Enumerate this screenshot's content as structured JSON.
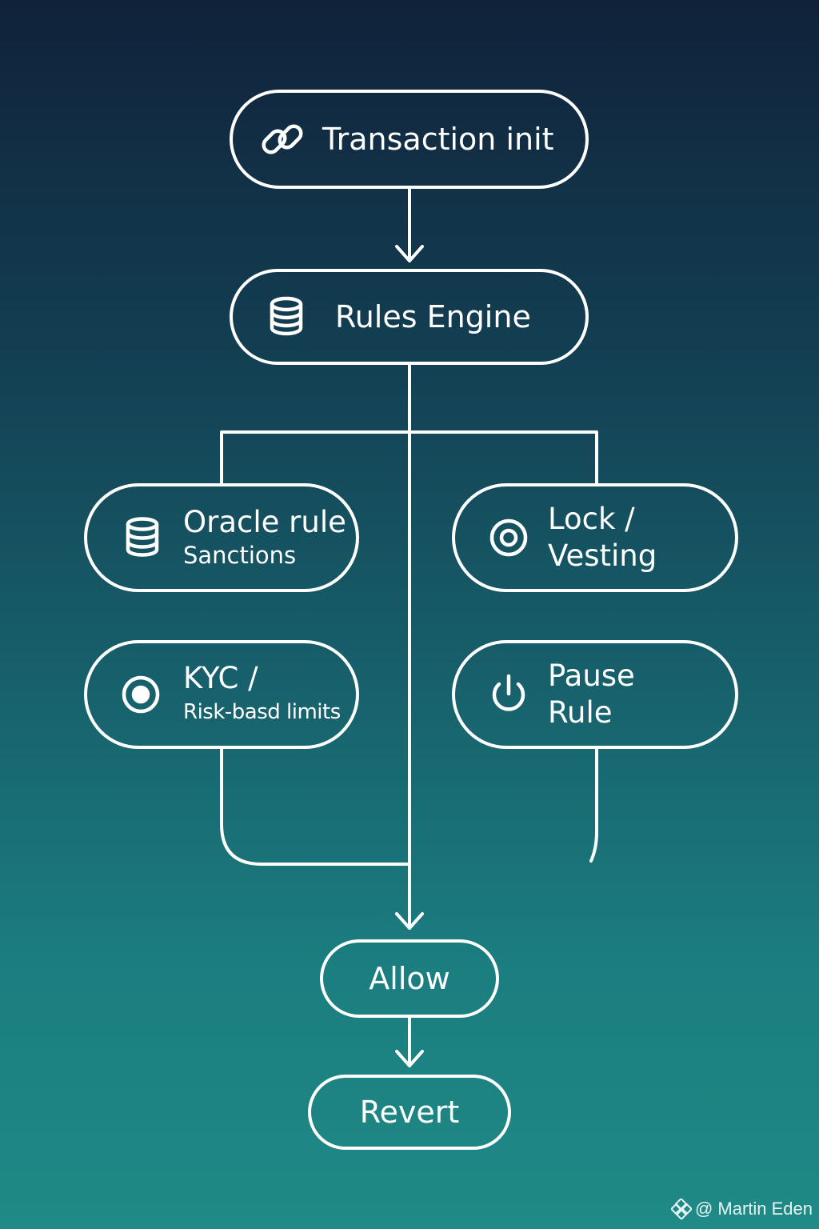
{
  "diagram": {
    "type": "flowchart",
    "nodes": {
      "transaction_init": {
        "label": "Transaction init",
        "icon": "link-icon"
      },
      "rules_engine": {
        "label": "Rules Engine",
        "icon": "database-icon"
      },
      "oracle_rule": {
        "label": "Oracle rule",
        "sublabel": "Sanctions",
        "icon": "database-icon"
      },
      "lock_vesting": {
        "label_line1": "Lock /",
        "label_line2": "Vesting",
        "icon": "target-icon"
      },
      "kyc": {
        "label": "KYC /",
        "sublabel": "Risk-basd limits",
        "icon": "target-icon"
      },
      "pause_rule": {
        "label_line1": "Pause",
        "label_line2": "Rule",
        "icon": "power-icon"
      },
      "allow": {
        "label": "Allow"
      },
      "revert": {
        "label": "Revert"
      }
    },
    "edges": [
      {
        "from": "transaction_init",
        "to": "rules_engine",
        "arrow": true
      },
      {
        "from": "rules_engine",
        "to": "oracle_rule",
        "arrow": false
      },
      {
        "from": "rules_engine",
        "to": "lock_vesting",
        "arrow": false
      },
      {
        "from": "rules_engine",
        "to": "allow",
        "arrow": true
      },
      {
        "from": "kyc",
        "to": "allow",
        "arrow": false
      },
      {
        "from": "allow",
        "to": "revert",
        "arrow": true
      }
    ],
    "colors": {
      "background_top": "#10223a",
      "background_bottom": "#1f8a86",
      "stroke": "#ffffff"
    }
  },
  "watermark": {
    "text": "@ Martin Eden",
    "icon": "diamond-logo-icon"
  }
}
